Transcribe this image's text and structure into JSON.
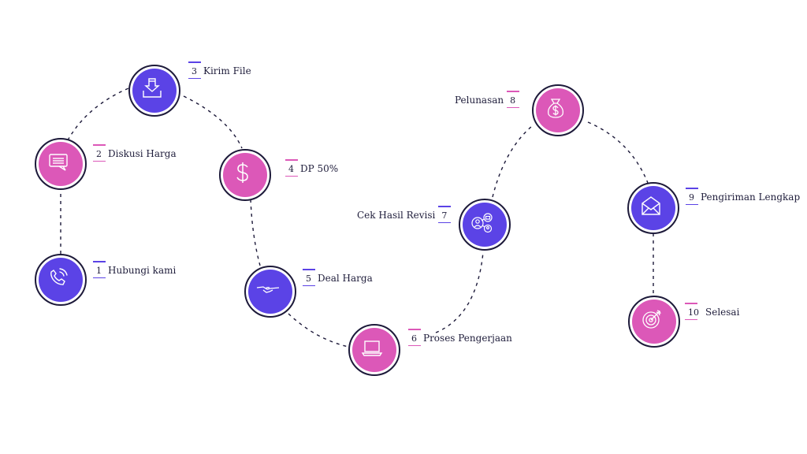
{
  "colors": {
    "purple": "#5b43e6",
    "pink": "#dc58b8",
    "outline": "#1d1a3a",
    "text": "#1f1d3b"
  },
  "steps": [
    {
      "num": "1",
      "label": "Hubungi kami",
      "icon": "phone-icon",
      "color": "purple"
    },
    {
      "num": "2",
      "label": "Diskusi Harga",
      "icon": "chat-icon",
      "color": "pink"
    },
    {
      "num": "3",
      "label": "Kirim File",
      "icon": "download-icon",
      "color": "purple"
    },
    {
      "num": "4",
      "label": "DP 50%",
      "icon": "dollar-icon",
      "color": "pink"
    },
    {
      "num": "5",
      "label": "Deal Harga",
      "icon": "handshake-icon",
      "color": "purple"
    },
    {
      "num": "6",
      "label": "Proses Pengerjaan",
      "icon": "laptop-icon",
      "color": "pink"
    },
    {
      "num": "7",
      "label": "Cek Hasil Revisi",
      "icon": "review-icon",
      "color": "purple"
    },
    {
      "num": "8",
      "label": "Pelunasan",
      "icon": "money-bag-icon",
      "color": "pink"
    },
    {
      "num": "9",
      "label": "Pengiriman Lengkap",
      "icon": "envelope-icon",
      "color": "purple"
    },
    {
      "num": "10",
      "label": "Selesai",
      "icon": "target-icon",
      "color": "pink"
    }
  ]
}
